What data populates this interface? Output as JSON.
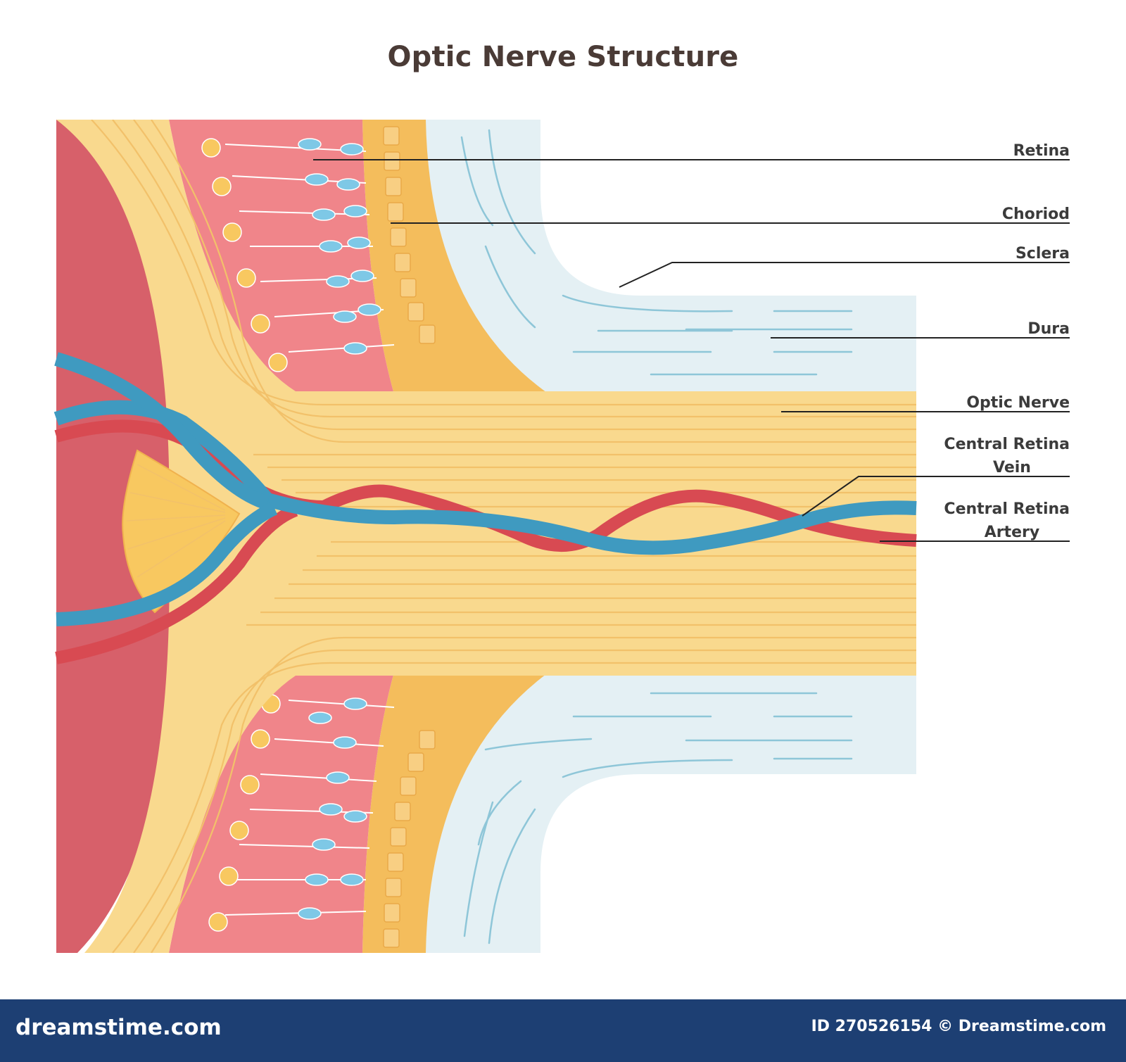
{
  "title": "Optic Nerve Structure",
  "labels": {
    "retina": "Retina",
    "choroid": "Choriod",
    "sclera": "Sclera",
    "dura": "Dura",
    "optic_nerve": "Optic Nerve",
    "vein_line1": "Central Retina",
    "vein_line2": "Vein",
    "artery_line1": "Central Retina",
    "artery_line2": "Artery"
  },
  "footer": {
    "site": "dreamstime.com",
    "id_text": "ID 270526154 © Dreamstime.com"
  },
  "colors": {
    "eyeball": "#d7606a",
    "nerve": "#f9d98e",
    "retina_layer": "#f0858a",
    "choroid_layer": "#f4bd5c",
    "sclera": "#e4f0f4",
    "vein": "#3f9ac0",
    "artery": "#d84a52",
    "footer": "#1d3f73"
  }
}
